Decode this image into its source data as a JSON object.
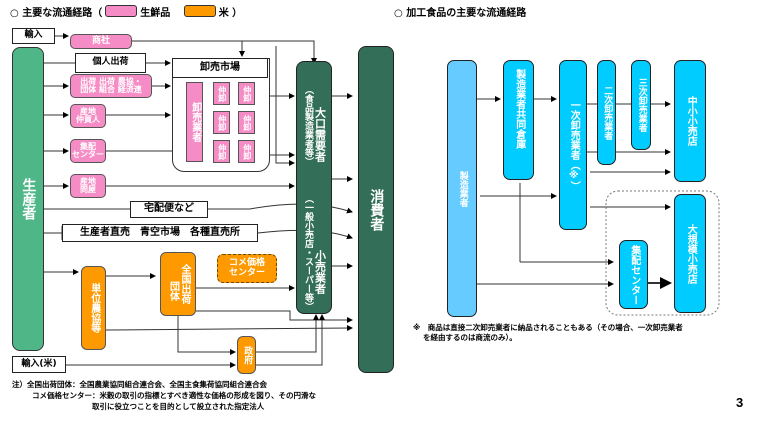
{
  "left": {
    "title": "○ 主要な流通経路（",
    "legend": [
      {
        "label": "生鮮品",
        "color": "#f58cc5"
      },
      {
        "label": "米 ）",
        "color": "#ff9900"
      }
    ],
    "nodes": {
      "import": "輸入",
      "trading_company": "商社",
      "individual_shipping": "個人出荷",
      "shipping_orgs": "出荷 出荷 農協・\n団体 組合 経済連",
      "origin_brokers": "産地\n仲買人",
      "collection_center": "集配\nセンター",
      "origin_wholesaler": "産地\n問屋",
      "wholesale_market": "卸売市場",
      "wholesaler": "卸売業者",
      "intermediate": "仲卸",
      "home_delivery": "宅配便など",
      "direct_sales": "生産者直売　青空市場　各種直売所",
      "producer": "生産者",
      "large_buyers": "大口需要者",
      "large_buyers_sub": "（食品製造業者等）",
      "retailers": "小売業者",
      "retailers_sub": "（一般小売店・スーパー等）",
      "consumer": "消費者",
      "local_coop": "単位農協等",
      "national_org_a": "全国出荷",
      "national_org_b": "団体",
      "rice_price_center": "コメ価格\nセンター",
      "government": "政府",
      "import_rice": "輸入(米)"
    },
    "notes": [
      "注）全国出荷団体：全国農業協同組合連合会、全国主食集荷協同組合連合会",
      "コメ価格センター：米穀の取引の指標とすべき適性な価格の形成を図り、その円滑な",
      "取引に役立つことを目的として設立された指定法人"
    ]
  },
  "right": {
    "title": "○ 加工食品の主要な流通経路",
    "nodes": {
      "manufacturer": "製造業者",
      "joint_warehouse": "製造業者共同倉庫",
      "primary_wholesaler": "一次卸売業者（※）",
      "secondary_wholesaler": "二次卸売業者",
      "tertiary_wholesaler": "三次卸売業者",
      "small_retailers": "中小小売店",
      "distribution_center": "集配センター",
      "large_retailers": "大規模小売店"
    },
    "notes": [
      "※　商品は直接二次卸売業者に納品されることもある（その場合、一次卸売業者",
      "を経由するのは商流のみ）。"
    ]
  },
  "page_number": "3"
}
